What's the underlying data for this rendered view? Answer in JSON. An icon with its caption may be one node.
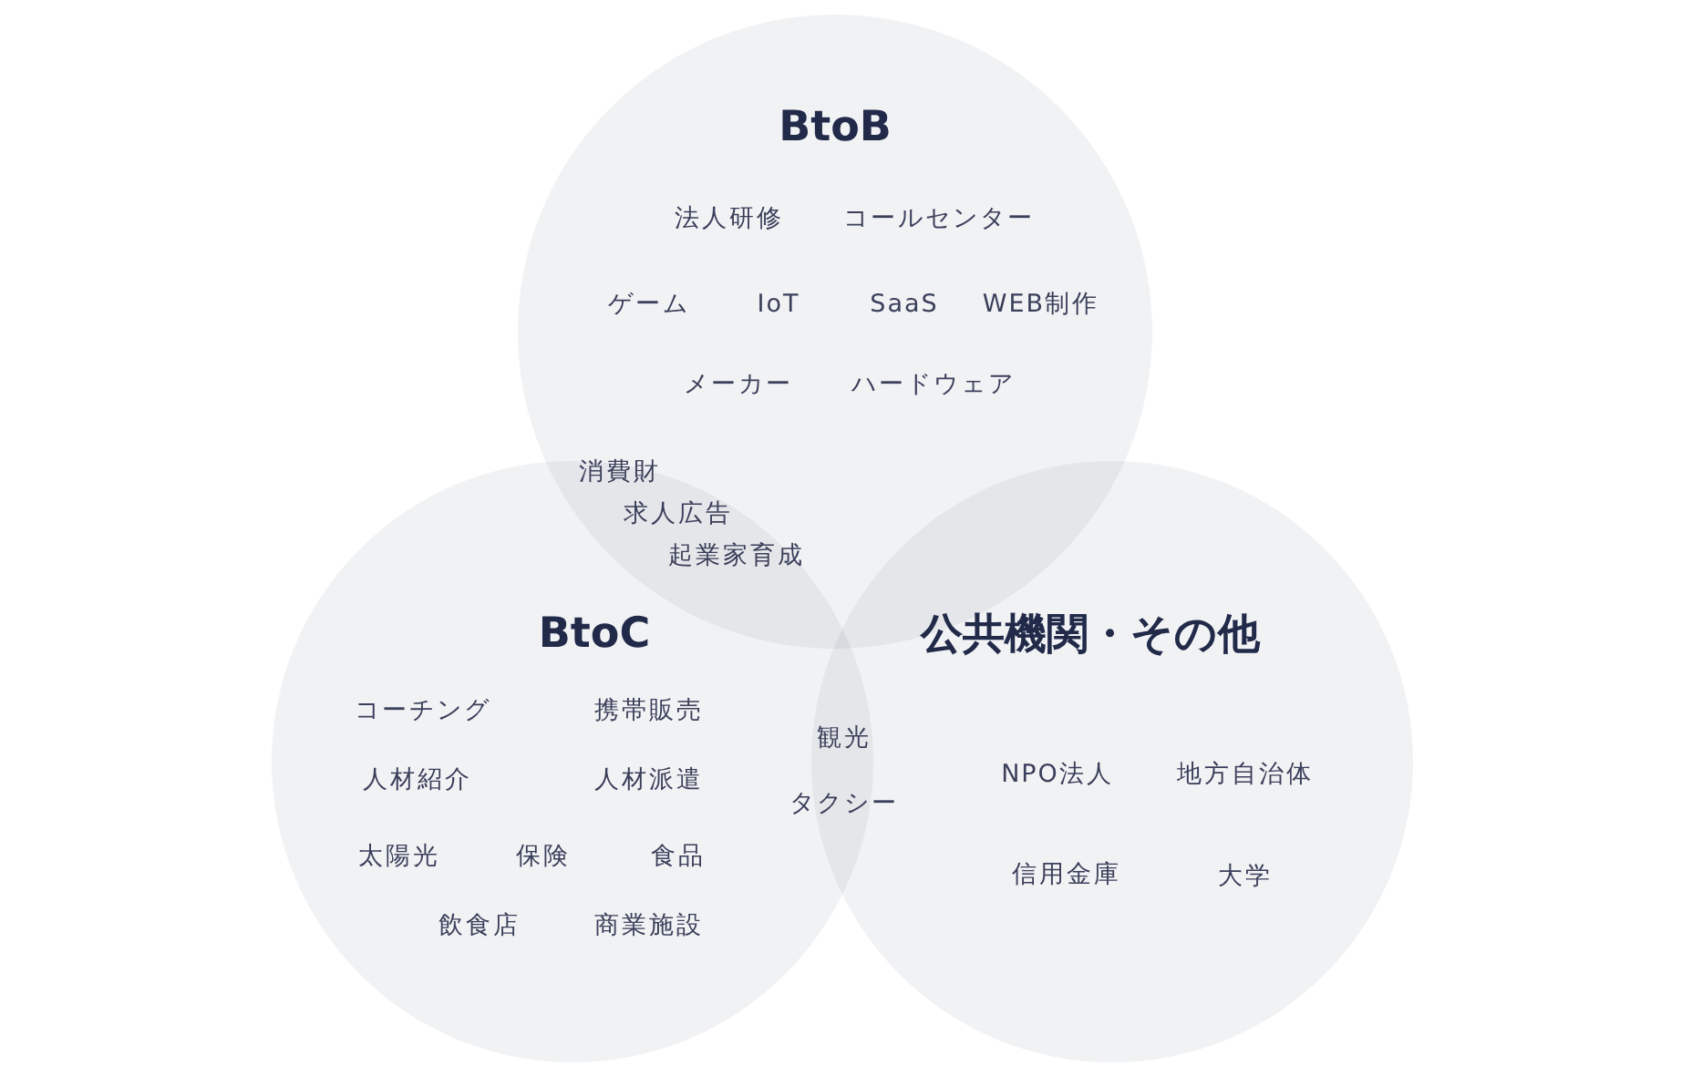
{
  "diagram": {
    "nodes": [
      {
        "text": [
          "BtoB"
        ]
      },
      {
        "text": [
          "BtoC"
        ]
      },
      {
        "text": [
          "公共機関・その他"
        ]
      }
    ],
    "labels": [
      "法人研修",
      "コールセンター",
      "ゲーム",
      "IoT",
      "SaaS",
      "WEB制作",
      "メーカー",
      "ハードウェア",
      "消費財",
      "求人広告",
      "起業家育成",
      "コーチング",
      "携帯販売",
      "観光",
      "人材紹介",
      "人材派遣",
      "NPO法人",
      "地方自治体",
      "タクシー",
      "太陽光",
      "保険",
      "食品",
      "信用金庫",
      "大学",
      "飲食店",
      "商業施設"
    ]
  }
}
